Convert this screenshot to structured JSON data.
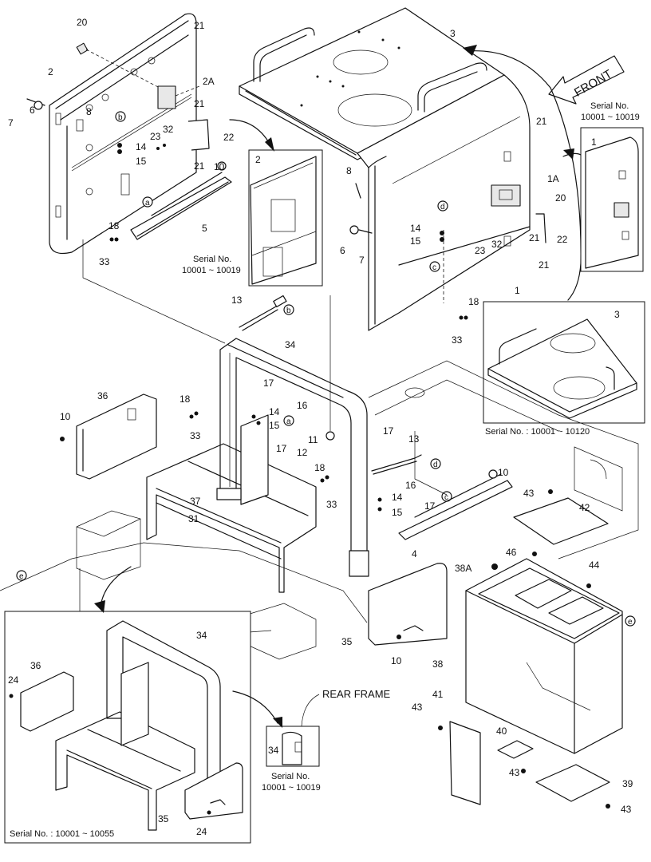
{
  "diagram": {
    "part_labels": [
      {
        "id": "p20a",
        "text": "20"
      },
      {
        "id": "p21a",
        "text": "21"
      },
      {
        "id": "p2a",
        "text": "2"
      },
      {
        "id": "p2A",
        "text": "2A"
      },
      {
        "id": "p7a",
        "text": "7"
      },
      {
        "id": "p6a",
        "text": "6"
      },
      {
        "id": "p8a",
        "text": "8"
      },
      {
        "id": "p21b",
        "text": "21"
      },
      {
        "id": "p32a",
        "text": "32"
      },
      {
        "id": "p23a",
        "text": "23"
      },
      {
        "id": "p22a",
        "text": "22"
      },
      {
        "id": "p14a",
        "text": "14"
      },
      {
        "id": "p15a",
        "text": "15"
      },
      {
        "id": "p21c",
        "text": "21"
      },
      {
        "id": "p10a",
        "text": "10"
      },
      {
        "id": "p5",
        "text": "5"
      },
      {
        "id": "p18a",
        "text": "18"
      },
      {
        "id": "p33a",
        "text": "33"
      },
      {
        "id": "p2b",
        "text": "2"
      },
      {
        "id": "p3a",
        "text": "3"
      },
      {
        "id": "p21d",
        "text": "21"
      },
      {
        "id": "p1a",
        "text": "1"
      },
      {
        "id": "p8b",
        "text": "8"
      },
      {
        "id": "p1A",
        "text": "1A"
      },
      {
        "id": "p20b",
        "text": "20"
      },
      {
        "id": "p14b",
        "text": "14"
      },
      {
        "id": "p15b",
        "text": "15"
      },
      {
        "id": "p6b",
        "text": "6"
      },
      {
        "id": "p7b",
        "text": "7"
      },
      {
        "id": "p22b",
        "text": "22"
      },
      {
        "id": "p21e",
        "text": "21"
      },
      {
        "id": "p32b",
        "text": "32"
      },
      {
        "id": "p23b",
        "text": "23"
      },
      {
        "id": "p21f",
        "text": "21"
      },
      {
        "id": "p1b",
        "text": "1"
      },
      {
        "id": "p18b",
        "text": "18"
      },
      {
        "id": "p33b",
        "text": "33"
      },
      {
        "id": "p3b",
        "text": "3"
      },
      {
        "id": "p13a",
        "text": "13"
      },
      {
        "id": "p34a",
        "text": "34"
      },
      {
        "id": "p36a",
        "text": "36"
      },
      {
        "id": "p10b",
        "text": "10"
      },
      {
        "id": "p18c",
        "text": "18"
      },
      {
        "id": "p33c",
        "text": "33"
      },
      {
        "id": "p17a",
        "text": "17"
      },
      {
        "id": "p16a",
        "text": "16"
      },
      {
        "id": "p14c",
        "text": "14"
      },
      {
        "id": "p15c",
        "text": "15"
      },
      {
        "id": "p17b",
        "text": "17"
      },
      {
        "id": "p11",
        "text": "11"
      },
      {
        "id": "p12",
        "text": "12"
      },
      {
        "id": "p18d",
        "text": "18"
      },
      {
        "id": "p33d",
        "text": "33"
      },
      {
        "id": "p17c",
        "text": "17"
      },
      {
        "id": "p13b",
        "text": "13"
      },
      {
        "id": "p16b",
        "text": "16"
      },
      {
        "id": "p14d",
        "text": "14"
      },
      {
        "id": "p15d",
        "text": "15"
      },
      {
        "id": "p17d",
        "text": "17"
      },
      {
        "id": "p10c",
        "text": "10"
      },
      {
        "id": "p4",
        "text": "4"
      },
      {
        "id": "p37",
        "text": "37"
      },
      {
        "id": "p31",
        "text": "31"
      },
      {
        "id": "p43a",
        "text": "43"
      },
      {
        "id": "p42",
        "text": "42"
      },
      {
        "id": "p46",
        "text": "46"
      },
      {
        "id": "p38A",
        "text": "38A"
      },
      {
        "id": "p44",
        "text": "44"
      },
      {
        "id": "p35a",
        "text": "35"
      },
      {
        "id": "p10d",
        "text": "10"
      },
      {
        "id": "p38",
        "text": "38"
      },
      {
        "id": "p34b",
        "text": "34"
      },
      {
        "id": "p36b",
        "text": "36"
      },
      {
        "id": "p24a",
        "text": "24"
      },
      {
        "id": "p35b",
        "text": "35"
      },
      {
        "id": "p24b",
        "text": "24"
      },
      {
        "id": "p34c",
        "text": "34"
      },
      {
        "id": "p43b",
        "text": "43"
      },
      {
        "id": "p41",
        "text": "41"
      },
      {
        "id": "p40",
        "text": "40"
      },
      {
        "id": "p43c",
        "text": "43"
      },
      {
        "id": "p39",
        "text": "39"
      },
      {
        "id": "p43d",
        "text": "43"
      }
    ],
    "callout_letters": {
      "a": "a",
      "b": "b",
      "c": "c",
      "d": "d",
      "e": "e"
    },
    "captions": {
      "front": "FRONT",
      "serial_top_right_1": "Serial No.",
      "serial_top_right_2": "10001 ~ 10019",
      "serial_left_1": "Serial No.",
      "serial_left_2": "10001 ~ 10019",
      "serial_mid_right": "Serial No. : 10001 ~ 10120",
      "serial_bottom_left": "Serial No. : 10001 ~ 10055",
      "serial_bottom_mid_1": "Serial No.",
      "serial_bottom_mid_2": "10001 ~ 10019",
      "rear_frame": "REAR FRAME"
    }
  }
}
